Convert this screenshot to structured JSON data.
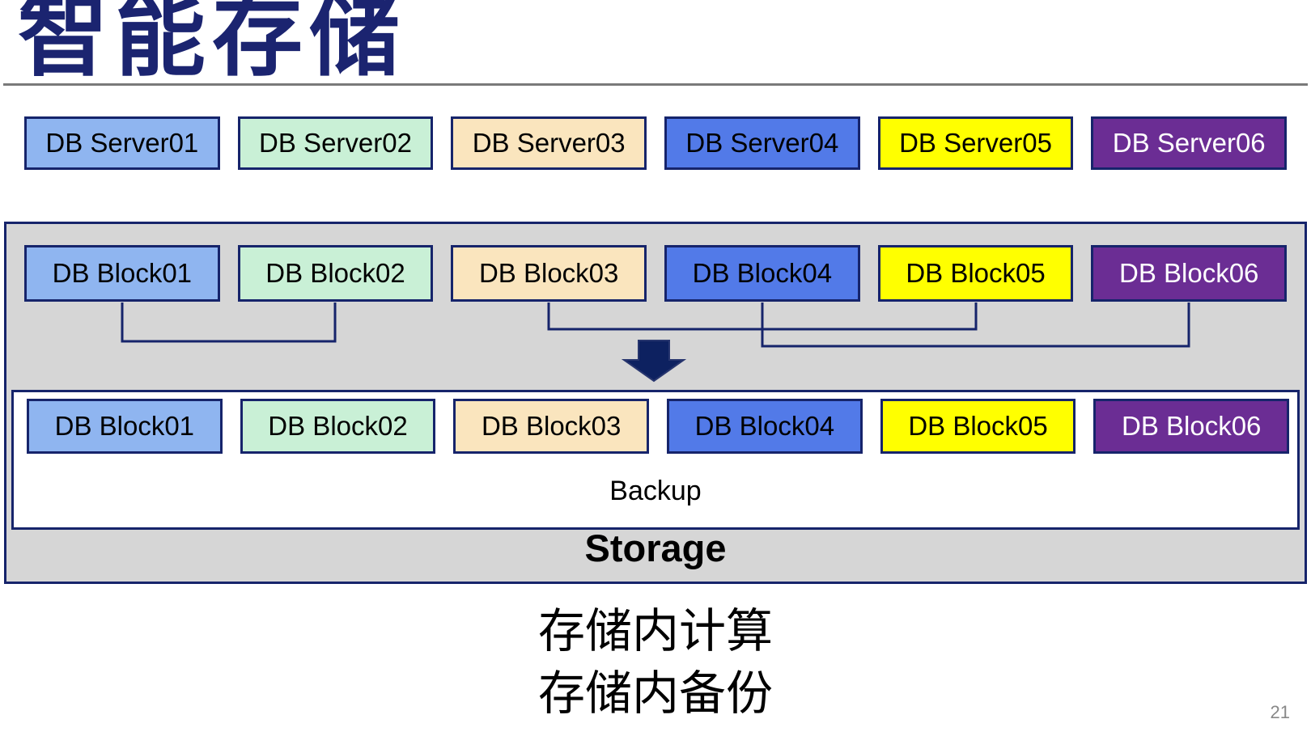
{
  "slide": {
    "title": "智能存储",
    "page_number": "21",
    "caption_lines": [
      "存储内计算",
      "存储内备份"
    ]
  },
  "server_row": {
    "items": [
      {
        "label": "DB Server01",
        "color": "#8FB5F0",
        "text_color": "#000000"
      },
      {
        "label": "DB Server02",
        "color": "#C9F0D6",
        "text_color": "#000000"
      },
      {
        "label": "DB Server03",
        "color": "#FAE5BE",
        "text_color": "#000000"
      },
      {
        "label": "DB Server04",
        "color": "#527AE8",
        "text_color": "#000000"
      },
      {
        "label": "DB Server05",
        "color": "#FFFF00",
        "text_color": "#000000"
      },
      {
        "label": "DB Server06",
        "color": "#6B2D94",
        "text_color": "#FFFFFF"
      }
    ]
  },
  "storage": {
    "label": "Storage",
    "backup_label": "Backup",
    "top_blocks": {
      "items": [
        {
          "label": "DB Block01",
          "color": "#8FB5F0"
        },
        {
          "label": "DB Block02",
          "color": "#C9F0D6"
        },
        {
          "label": "DB Block03",
          "color": "#FAE5BE"
        },
        {
          "label": "DB Block04",
          "color": "#527AE8"
        },
        {
          "label": "DB Block05",
          "color": "#FFFF00"
        },
        {
          "label": "DB Block06",
          "color": "#6B2D94"
        }
      ]
    },
    "bottom_blocks": {
      "items": [
        {
          "label": "DB Block01",
          "color": "#8FB5F0"
        },
        {
          "label": "DB Block02",
          "color": "#C9F0D6"
        },
        {
          "label": "DB Block03",
          "color": "#FAE5BE"
        },
        {
          "label": "DB Block04",
          "color": "#527AE8"
        },
        {
          "label": "DB Block05",
          "color": "#FFFF00"
        },
        {
          "label": "DB Block06",
          "color": "#6B2D94"
        }
      ]
    },
    "connections": [
      {
        "from": "DB Block01",
        "to": "DB Block02"
      },
      {
        "from": "DB Block03",
        "to": "DB Block05"
      },
      {
        "from": "DB Block04",
        "to": "DB Block06"
      }
    ],
    "arrow_icon": "down-arrow"
  },
  "colors": {
    "navy_border": "#16246B",
    "title_text": "#1B2470",
    "container_fill": "#D6D6D6",
    "backup_fill": "#FFFFFF",
    "arrow_fill": "#0D2160",
    "divider": "#7A7A7A",
    "page_number_text": "#888888"
  }
}
